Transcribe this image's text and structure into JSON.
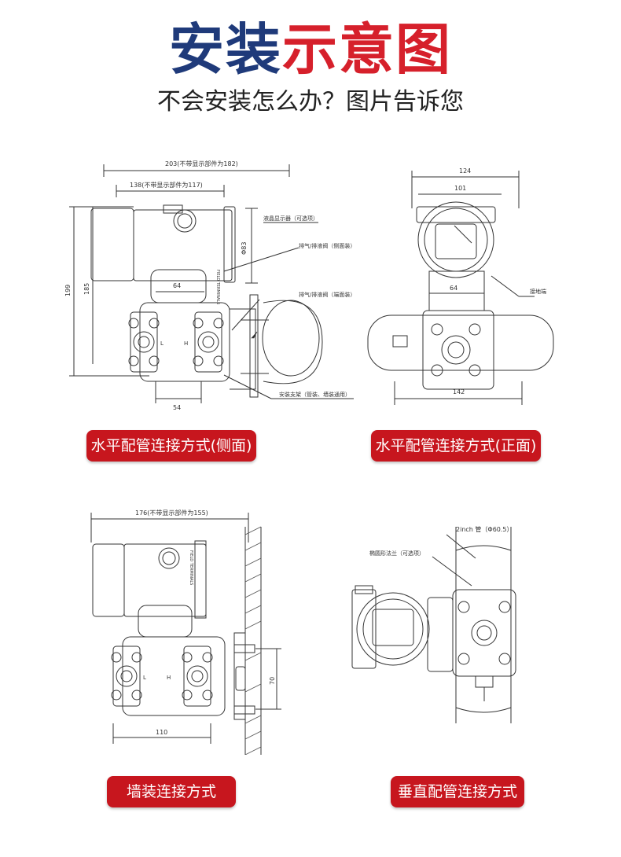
{
  "header": {
    "title_part1": "安装",
    "title_part2": "示意图",
    "subtitle": "不会安装怎么办？图片告诉您"
  },
  "colors": {
    "title_blue": "#1f3a7a",
    "title_red": "#d6202b",
    "caption_bg": "#c7161e"
  },
  "diagrams": [
    {
      "caption": "水平配管连接方式(侧面)",
      "dims": {
        "overall_width": "203(不带显示部件为182)",
        "inner_width": "138(不带显示部件为117)",
        "height_total": "199",
        "height_185": "185",
        "dia": "Φ83",
        "w64": "64",
        "w54": "54"
      },
      "labels": {
        "lcd": "液晶显示器（可选项）",
        "vent_side": "排气/排液阀（侧面装）",
        "vent_end": "排气/排液阀（端面装）",
        "bracket": "安装支架（管装、墙装通用）",
        "brand": "FIELD TERMINALS",
        "l": "L",
        "h": "H"
      }
    },
    {
      "caption": "水平配管连接方式(正面)",
      "dims": {
        "w124": "124",
        "w101": "101",
        "w64": "64",
        "w142": "142"
      },
      "labels": {
        "ground": "接地端"
      }
    },
    {
      "caption": "墙装连接方式",
      "dims": {
        "overall_width": "176(不带显示部件为155)",
        "w110": "110",
        "h70": "70"
      },
      "labels": {
        "brand": "FIELD TERMINALS",
        "l": "L",
        "h": "H"
      }
    },
    {
      "caption": "垂直配管连接方式",
      "dims": {
        "pipe": "2inch 管（Φ60.5）"
      },
      "labels": {
        "flange": "椭圆形法兰（可选项）"
      }
    }
  ]
}
